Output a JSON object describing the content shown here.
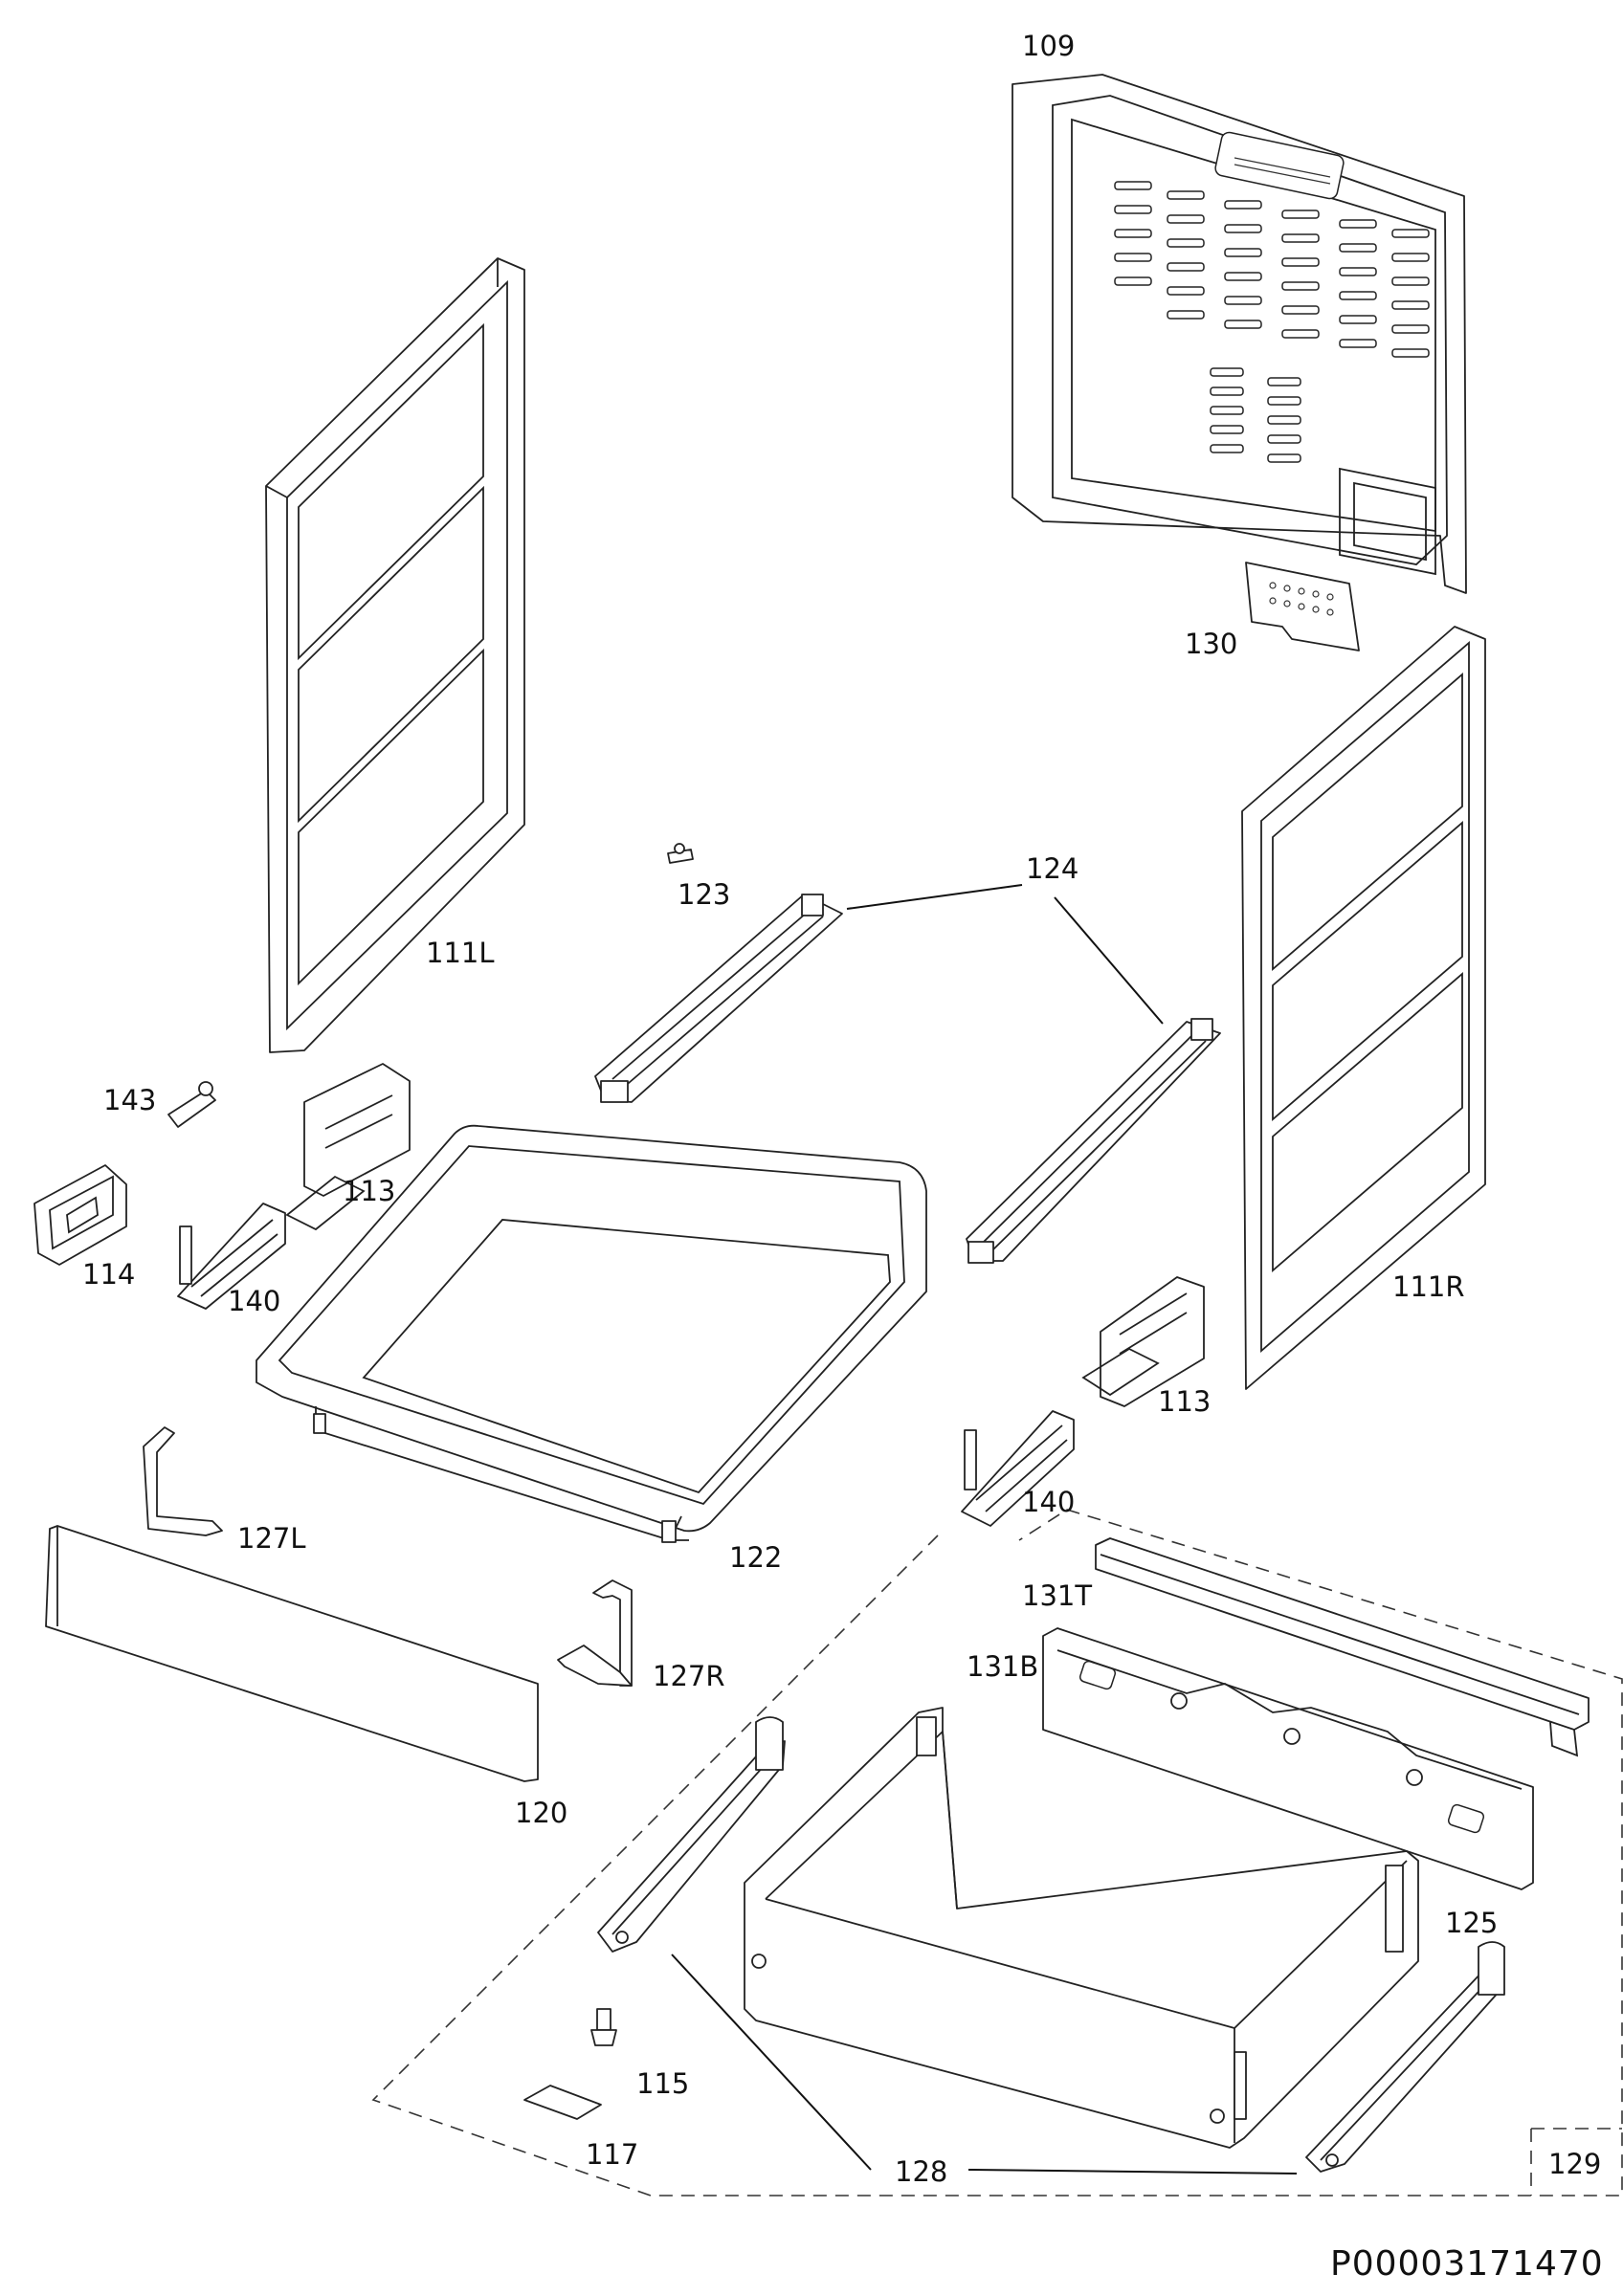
{
  "document_code": "P00003171470",
  "labels": {
    "l109": "109",
    "l130": "130",
    "l111L": "111L",
    "l111R": "111R",
    "l123": "123",
    "l124": "124",
    "l143": "143",
    "l113a": "113",
    "l113b": "113",
    "l114": "114",
    "l140a": "140",
    "l140b": "140",
    "l122": "122",
    "l127L": "127L",
    "l127R": "127R",
    "l120": "120",
    "l131T": "131T",
    "l131B": "131B",
    "l125": "125",
    "l115": "115",
    "l117": "117",
    "l128": "128",
    "l129": "129"
  }
}
